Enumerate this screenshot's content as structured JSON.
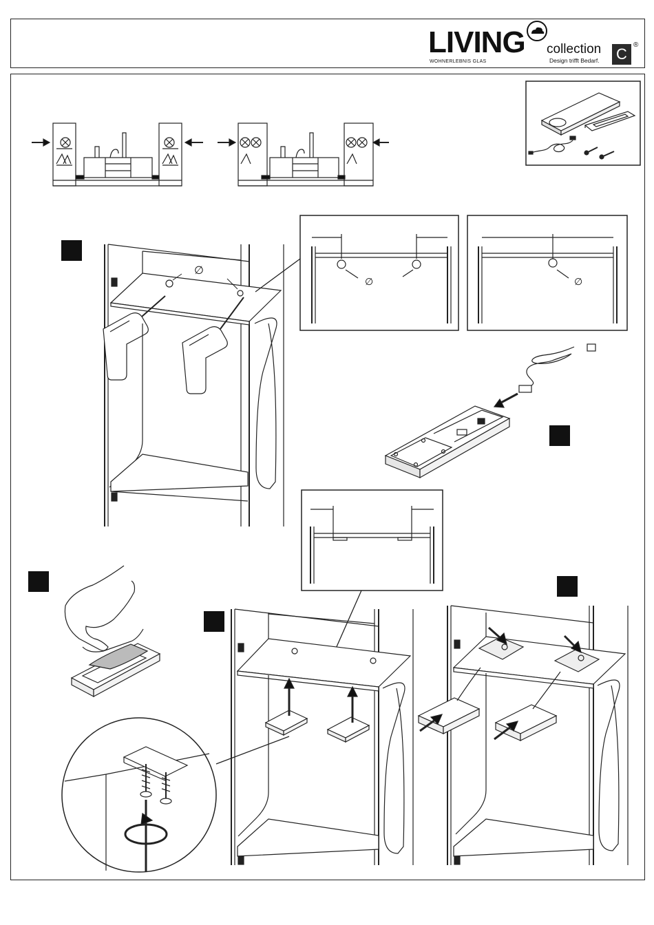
{
  "header": {
    "brand_name": "LIVING",
    "brand_subline": "WOHNERLEBNIS GLAS",
    "collection_label": "collection",
    "collection_letter": "C",
    "registered_mark": "®",
    "tagline": "Design trifft Bedarf."
  },
  "diagram": {
    "diameter_symbol": "∅",
    "steps": [
      "step-1",
      "step-2",
      "step-3",
      "step-4",
      "step-5"
    ]
  },
  "colors": {
    "line": "#222222",
    "fill_dark": "#111111",
    "fill_light": "#ffffff",
    "shade": "#dcdcdc"
  },
  "icons": [
    "power-drill-icon",
    "lamp-socket-icon",
    "screw-icon",
    "screwdriver-icon",
    "rotation-arrow-icon",
    "hand-icon",
    "push-arrow-icon",
    "power-cable-icon"
  ]
}
